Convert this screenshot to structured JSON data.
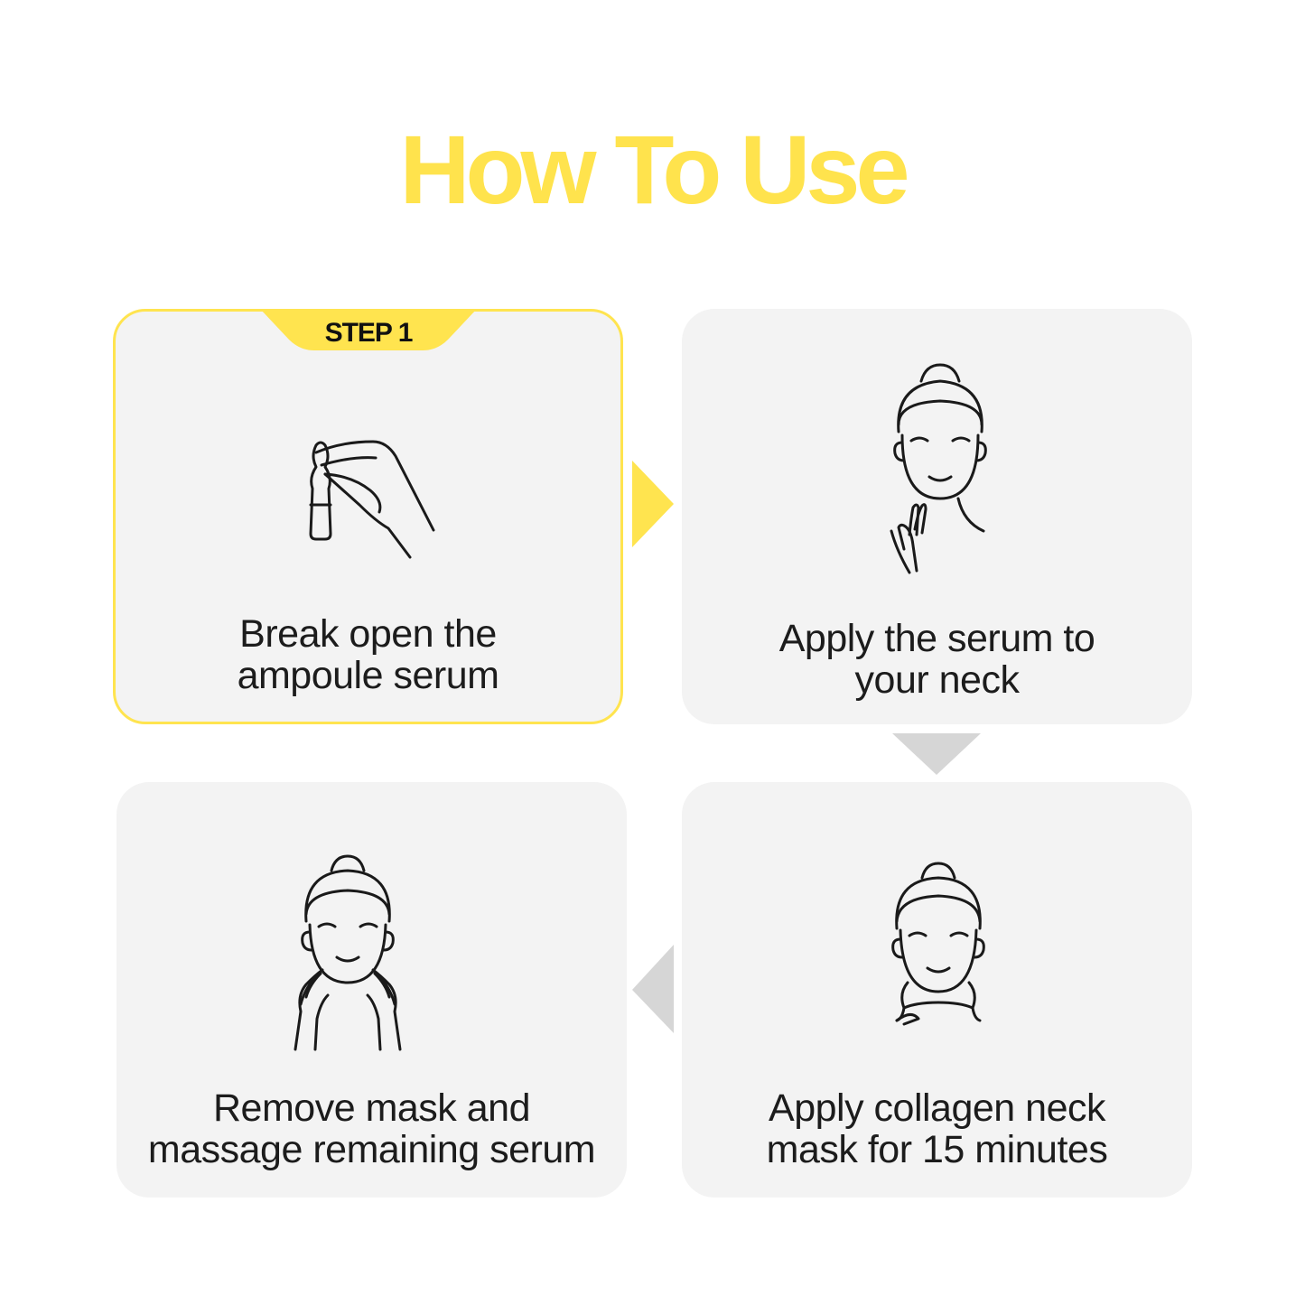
{
  "title": "How To Use",
  "steps": [
    {
      "badge": "STEP 1",
      "lines": [
        "Break open the",
        "ampoule serum"
      ],
      "icon": "ampoule-hand-icon"
    },
    {
      "lines": [
        "Apply the serum to",
        "your neck"
      ],
      "icon": "apply-neck-icon"
    },
    {
      "lines": [
        "Apply collagen neck",
        "mask for 15 minutes"
      ],
      "icon": "neck-mask-icon"
    },
    {
      "lines": [
        "Remove mask and",
        "massage remaining serum"
      ],
      "icon": "massage-face-icon"
    }
  ],
  "colors": {
    "accent": "#ffe44f",
    "card_bg": "#f3f3f3",
    "arrow_inactive": "#d6d6d6",
    "text": "#1c1c1c"
  }
}
